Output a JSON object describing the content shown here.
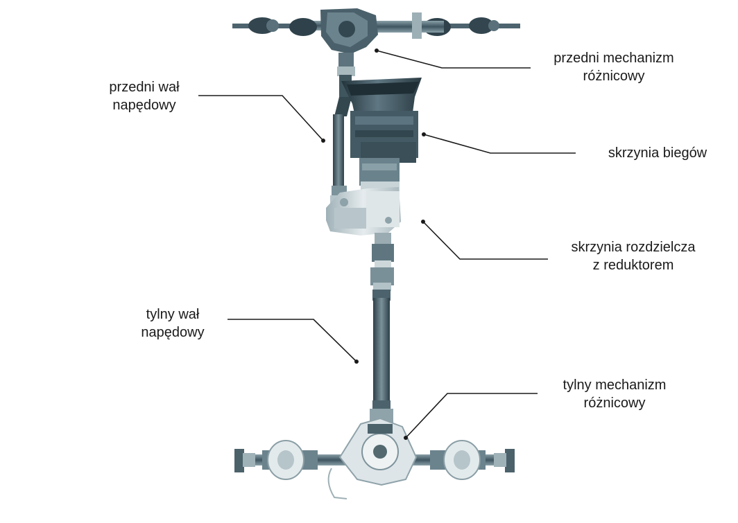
{
  "labels": {
    "front_diff": {
      "line1": "przedni mechanizm",
      "line2": "różnicowy"
    },
    "front_shaft": {
      "line1": "przedni wał",
      "line2": "napędowy"
    },
    "gearbox": {
      "line1": "skrzynia biegów"
    },
    "transfer_case": {
      "line1": "skrzynia rozdzielcza",
      "line2": "z reduktorem"
    },
    "rear_shaft": {
      "line1": "tylny wał",
      "line2": "napędowy"
    },
    "rear_diff": {
      "line1": "tylny mechanizm",
      "line2": "różnicowy"
    }
  },
  "colors": {
    "dark_metal": "#3f5560",
    "mid_metal": "#6e8690",
    "light_metal": "#b9c7cc",
    "pale_metal": "#e2e8ea",
    "leader_line": "#1a1a1a"
  }
}
